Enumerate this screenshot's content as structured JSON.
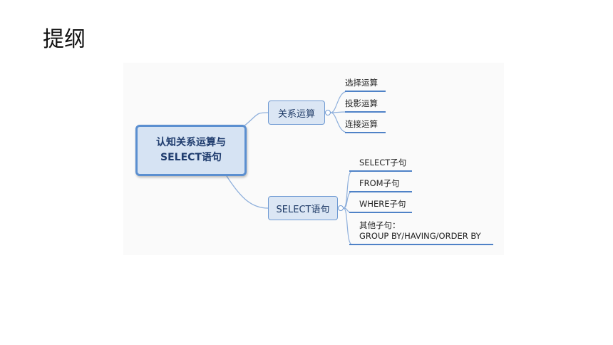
{
  "page": {
    "title": "提纲"
  },
  "mindmap": {
    "root_line1": "认知关系运算与",
    "root_line2": "SELECT语句",
    "branch1": {
      "label": "关系运算",
      "children": [
        "选择运算",
        "投影运算",
        "连接运算"
      ]
    },
    "branch2": {
      "label": "SELECT语句",
      "children": [
        "SELECT子句",
        "FROM子句",
        "WHERE子句"
      ],
      "last_child_line1": "其他子句：",
      "last_child_line2": "GROUP BY/HAVING/ORDER BY"
    }
  },
  "colors": {
    "root_border": "#5b8fd0",
    "node_fill": "#dbe6f4",
    "leaf_line": "#4f82c7",
    "connector": "#8fb0dc"
  }
}
